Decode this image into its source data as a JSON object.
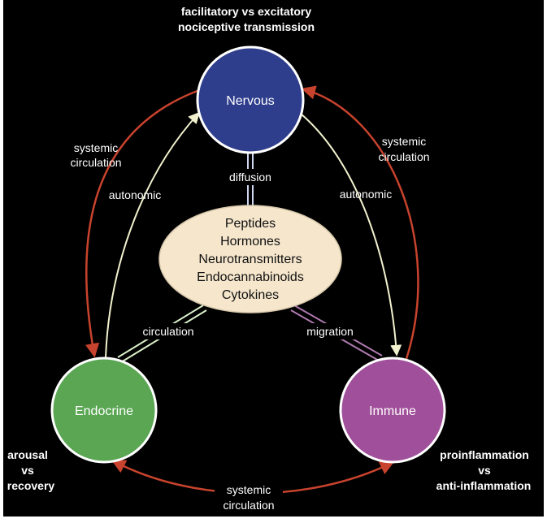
{
  "nodes": {
    "nervous": {
      "label": "Nervous",
      "color": "#2e3e8c"
    },
    "endocrine": {
      "label": "Endocrine",
      "color": "#5aa653"
    },
    "immune": {
      "label": "Immune",
      "color": "#a0509a"
    }
  },
  "center": {
    "items": [
      "Peptides",
      "Hormones",
      "Neurotransmitters",
      "Endocannabinoids",
      "Cytokines"
    ],
    "color": "#f5e6cc"
  },
  "annotations": {
    "top": [
      "facilitatory vs excitatory",
      "nociceptive transmission"
    ],
    "left": [
      "arousal",
      "vs",
      "recovery"
    ],
    "right": [
      "proinflammation",
      "vs",
      "anti-inflammation"
    ]
  },
  "edge_labels": {
    "systemic_left": [
      "systemic",
      "circulation"
    ],
    "systemic_right": [
      "systemic",
      "circulation"
    ],
    "systemic_bottom": [
      "systemic",
      "circulation"
    ],
    "autonomic_left": "autonomic",
    "autonomic_right": "autonomic",
    "diffusion": "diffusion",
    "circulation": "circulation",
    "migration": "migration"
  },
  "colors": {
    "background": "#000000",
    "systemic_arrow": "#c8432d",
    "autonomic_arrow": "#f2f2cf",
    "diffusion_line": "#cfd6f2",
    "circulation_line": "#d9efc9",
    "migration_line": "#b07ab0"
  }
}
